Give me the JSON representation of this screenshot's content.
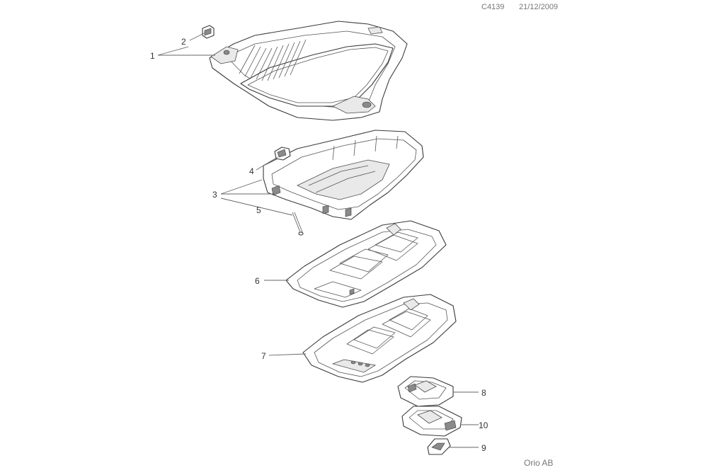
{
  "drawing": {
    "code": "C4139",
    "date": "21/12/2009",
    "publisher": "Orio AB"
  },
  "callouts": {
    "c1": "1",
    "c2": "2",
    "c3": "3",
    "c4": "4",
    "c5": "5",
    "c6": "6",
    "c7": "7",
    "c8": "8",
    "c9": "9",
    "c10": "10"
  }
}
